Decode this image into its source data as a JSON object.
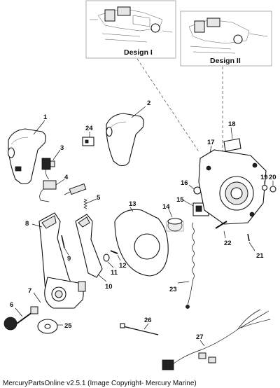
{
  "design_views": [
    {
      "label": "Design I"
    },
    {
      "label": "Design II"
    }
  ],
  "callouts": [
    "1",
    "2",
    "3",
    "4",
    "5",
    "6",
    "7",
    "8",
    "9",
    "10",
    "11",
    "12",
    "13",
    "14",
    "15",
    "16",
    "17",
    "18",
    "19",
    "20",
    "21",
    "22",
    "23",
    "24",
    "25",
    "26",
    "27"
  ],
  "footer": {
    "text": "MercuryPartsOnline v2.5.1 (Image Copyright- Mercury Marine)"
  }
}
